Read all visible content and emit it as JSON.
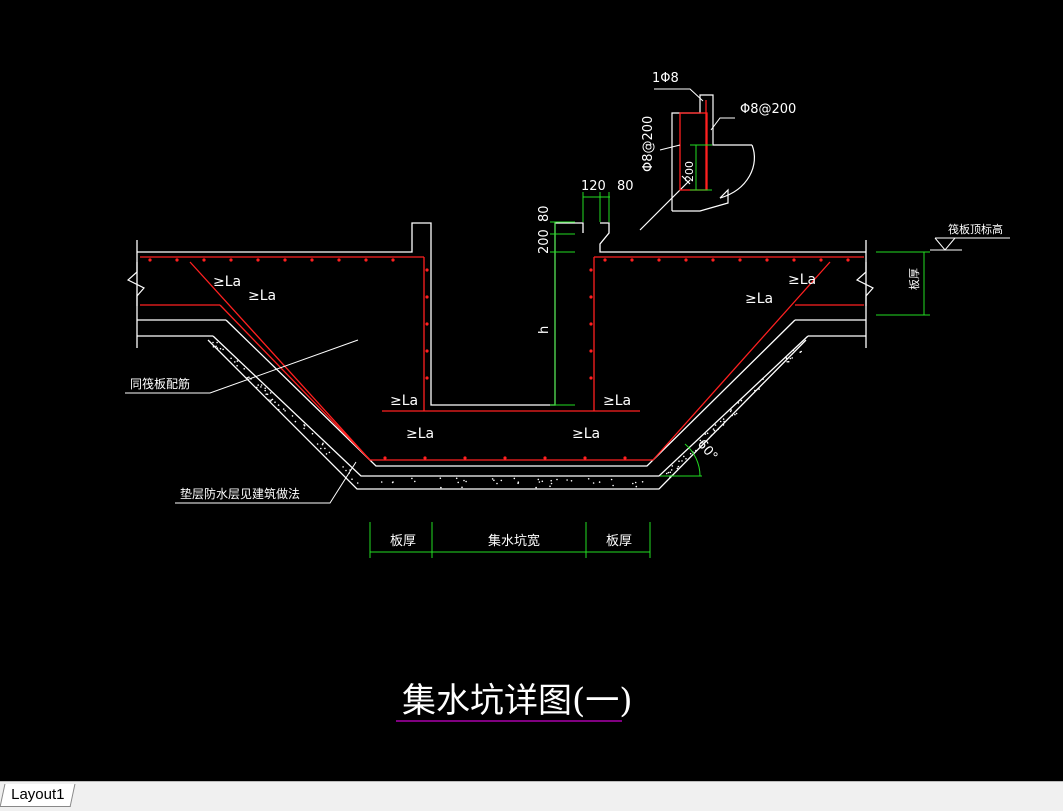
{
  "colors": {
    "background": "#000000",
    "outline": "#ffffff",
    "rebar": "#ff2020",
    "dimension": "#22dd22",
    "title_underline": "#cc00cc"
  },
  "drawing": {
    "title": "集水坑详图(一)",
    "labels": {
      "la_left_top": "≥La",
      "la_left_mid": "≥La",
      "la_right_top": "≥La",
      "la_right_mid": "≥La",
      "la_pit_left_upper": "≥La",
      "la_pit_left_lower": "≥La",
      "la_pit_right_upper": "≥La",
      "la_pit_right_lower": "≥La",
      "rebar_1phi8": "1Φ8",
      "rebar_phi8_200_right": "Φ8@200",
      "rebar_phi8_200_vertical": "Φ8@200",
      "dim_200_detail": "200",
      "dim_120": "120",
      "dim_80_top": "80",
      "dim_200_side": "200",
      "dim_80_side": "80",
      "dim_h": "h",
      "slab_thickness_right": "板厚",
      "raft_top_elevation": "筏板顶标高",
      "same_as_raft_rebar": "同筏板配筋",
      "cushion_waterproof": "垫层防水层见建筑做法",
      "angle": "60°",
      "bottom_dim_left": "板厚",
      "bottom_dim_center": "集水坑宽",
      "bottom_dim_right": "板厚"
    }
  },
  "tabs": [
    {
      "label": "Layout1"
    }
  ]
}
